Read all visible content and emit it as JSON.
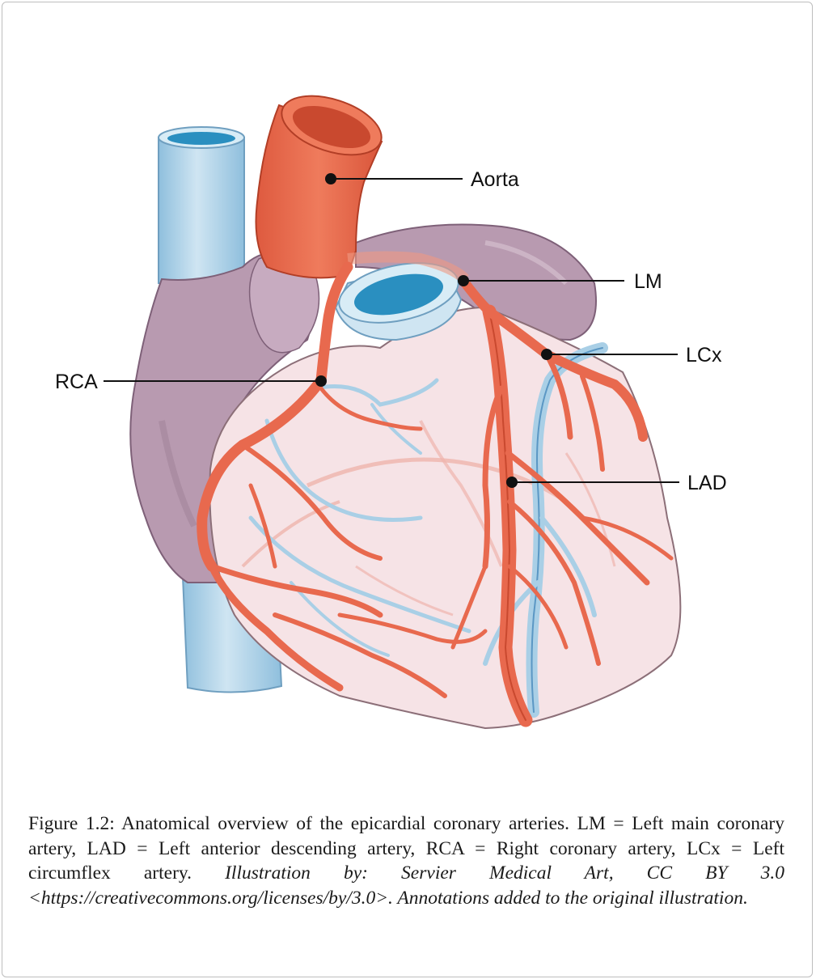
{
  "labels": {
    "aorta": "Aorta",
    "lm": "LM",
    "lcx": "LCx",
    "rca": "RCA",
    "lad": "LAD"
  },
  "caption": {
    "main": "Figure 1.2: Anatomical overview of the epicardial coronary arteries. LM = Left main coronary artery, LAD = Left anterior descending artery, RCA = Right coronary artery, LCx = Left circumflex artery.",
    "credit": "Illustration by: Servier Medical Art, CC BY 3.0 <https://creativecommons.org/licenses/by/3.0>. Annotations added to the original illustration."
  },
  "colors": {
    "artery": "#e8694e",
    "artery_dark": "#c9492f",
    "vein": "#a9cfe6",
    "vein_dark": "#5b97c4",
    "atrium": "#b89ab0",
    "myocardium": "#f6e3e6",
    "vessel_lumen": "#2a8fc0"
  }
}
